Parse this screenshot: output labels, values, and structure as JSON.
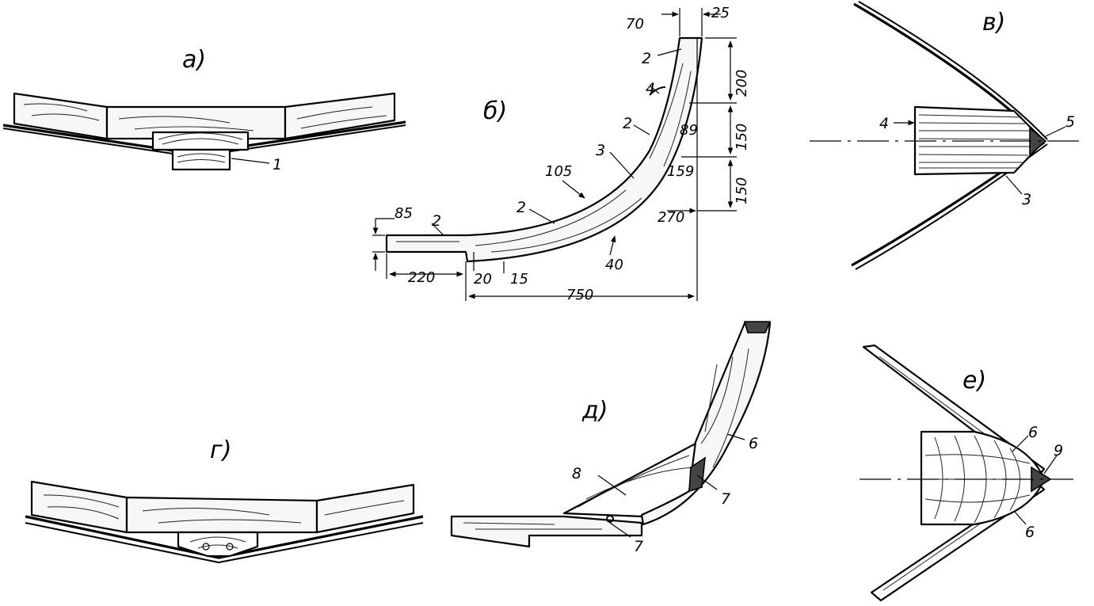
{
  "panels": {
    "a": {
      "letter": "а)",
      "labels": [
        "1"
      ]
    },
    "b": {
      "letter": "б)",
      "labels": [
        "2",
        "4",
        "2",
        "3",
        "2",
        "2"
      ],
      "dims": [
        "70",
        "25",
        "200",
        "150",
        "150",
        "89",
        "159",
        "105",
        "270",
        "85",
        "220",
        "20",
        "15",
        "40",
        "750"
      ]
    },
    "v": {
      "letter": "в)",
      "labels": [
        "4",
        "5",
        "3"
      ]
    },
    "g": {
      "letter": "г)"
    },
    "d": {
      "letter": "д)",
      "labels": [
        "8",
        "6",
        "7",
        "7"
      ]
    },
    "e": {
      "letter": "е)",
      "labels": [
        "6",
        "9",
        "6"
      ]
    }
  }
}
